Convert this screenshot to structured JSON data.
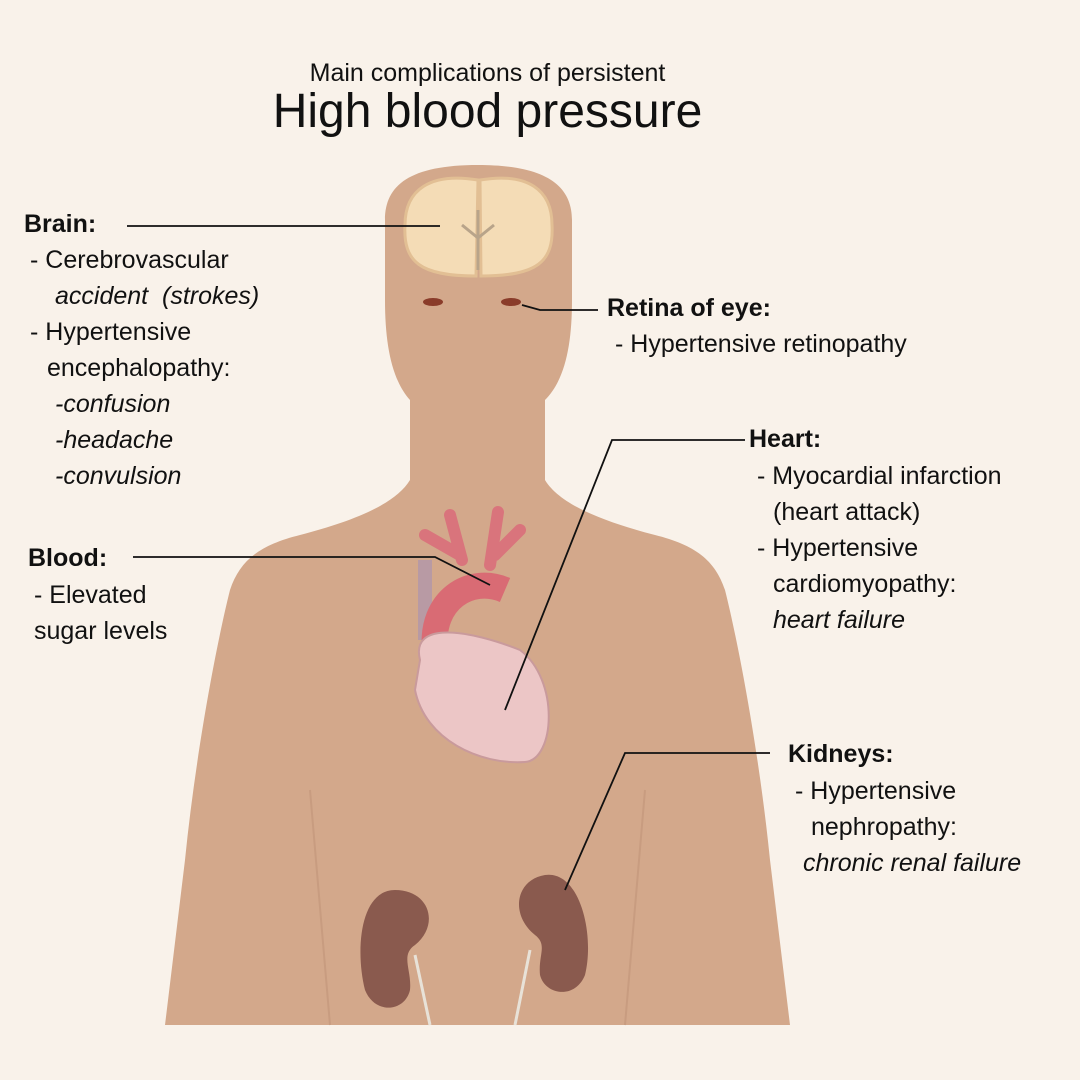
{
  "title": {
    "subtitle": "Main complications of persistent",
    "main": "High blood pressure"
  },
  "colors": {
    "background": "#f9f2ea",
    "body": "#d3a88b",
    "kidney": "#8a5a4e",
    "heart": "#e6b8b8",
    "brain": "#f4dcb6"
  },
  "brain": {
    "heading": "Brain:",
    "item1_line1": "- Cerebrovascular",
    "item1_line2a": "accident",
    "item1_line2b": "(strokes)",
    "item2_line1": "- Hypertensive",
    "item2_line2": "encephalopathy:",
    "symptoms": [
      "-confusion",
      "-headache",
      "-convulsion"
    ]
  },
  "retina": {
    "heading": "Retina of eye:",
    "item1": "- Hypertensive retinopathy"
  },
  "heart": {
    "heading": "Heart:",
    "item1_line1": "- Myocardial infarction",
    "item1_line2": "(heart attack)",
    "item2_line1": "- Hypertensive",
    "item2_line2": "cardiomyopathy:",
    "item2_line3": "heart failure"
  },
  "blood": {
    "heading": "Blood:",
    "item1_line1": "- Elevated",
    "item1_line2": "sugar levels"
  },
  "kidneys": {
    "heading": "Kidneys:",
    "item1_line1": "- Hypertensive",
    "item1_line2": "nephropathy:",
    "item1_line3": "chronic renal failure"
  }
}
